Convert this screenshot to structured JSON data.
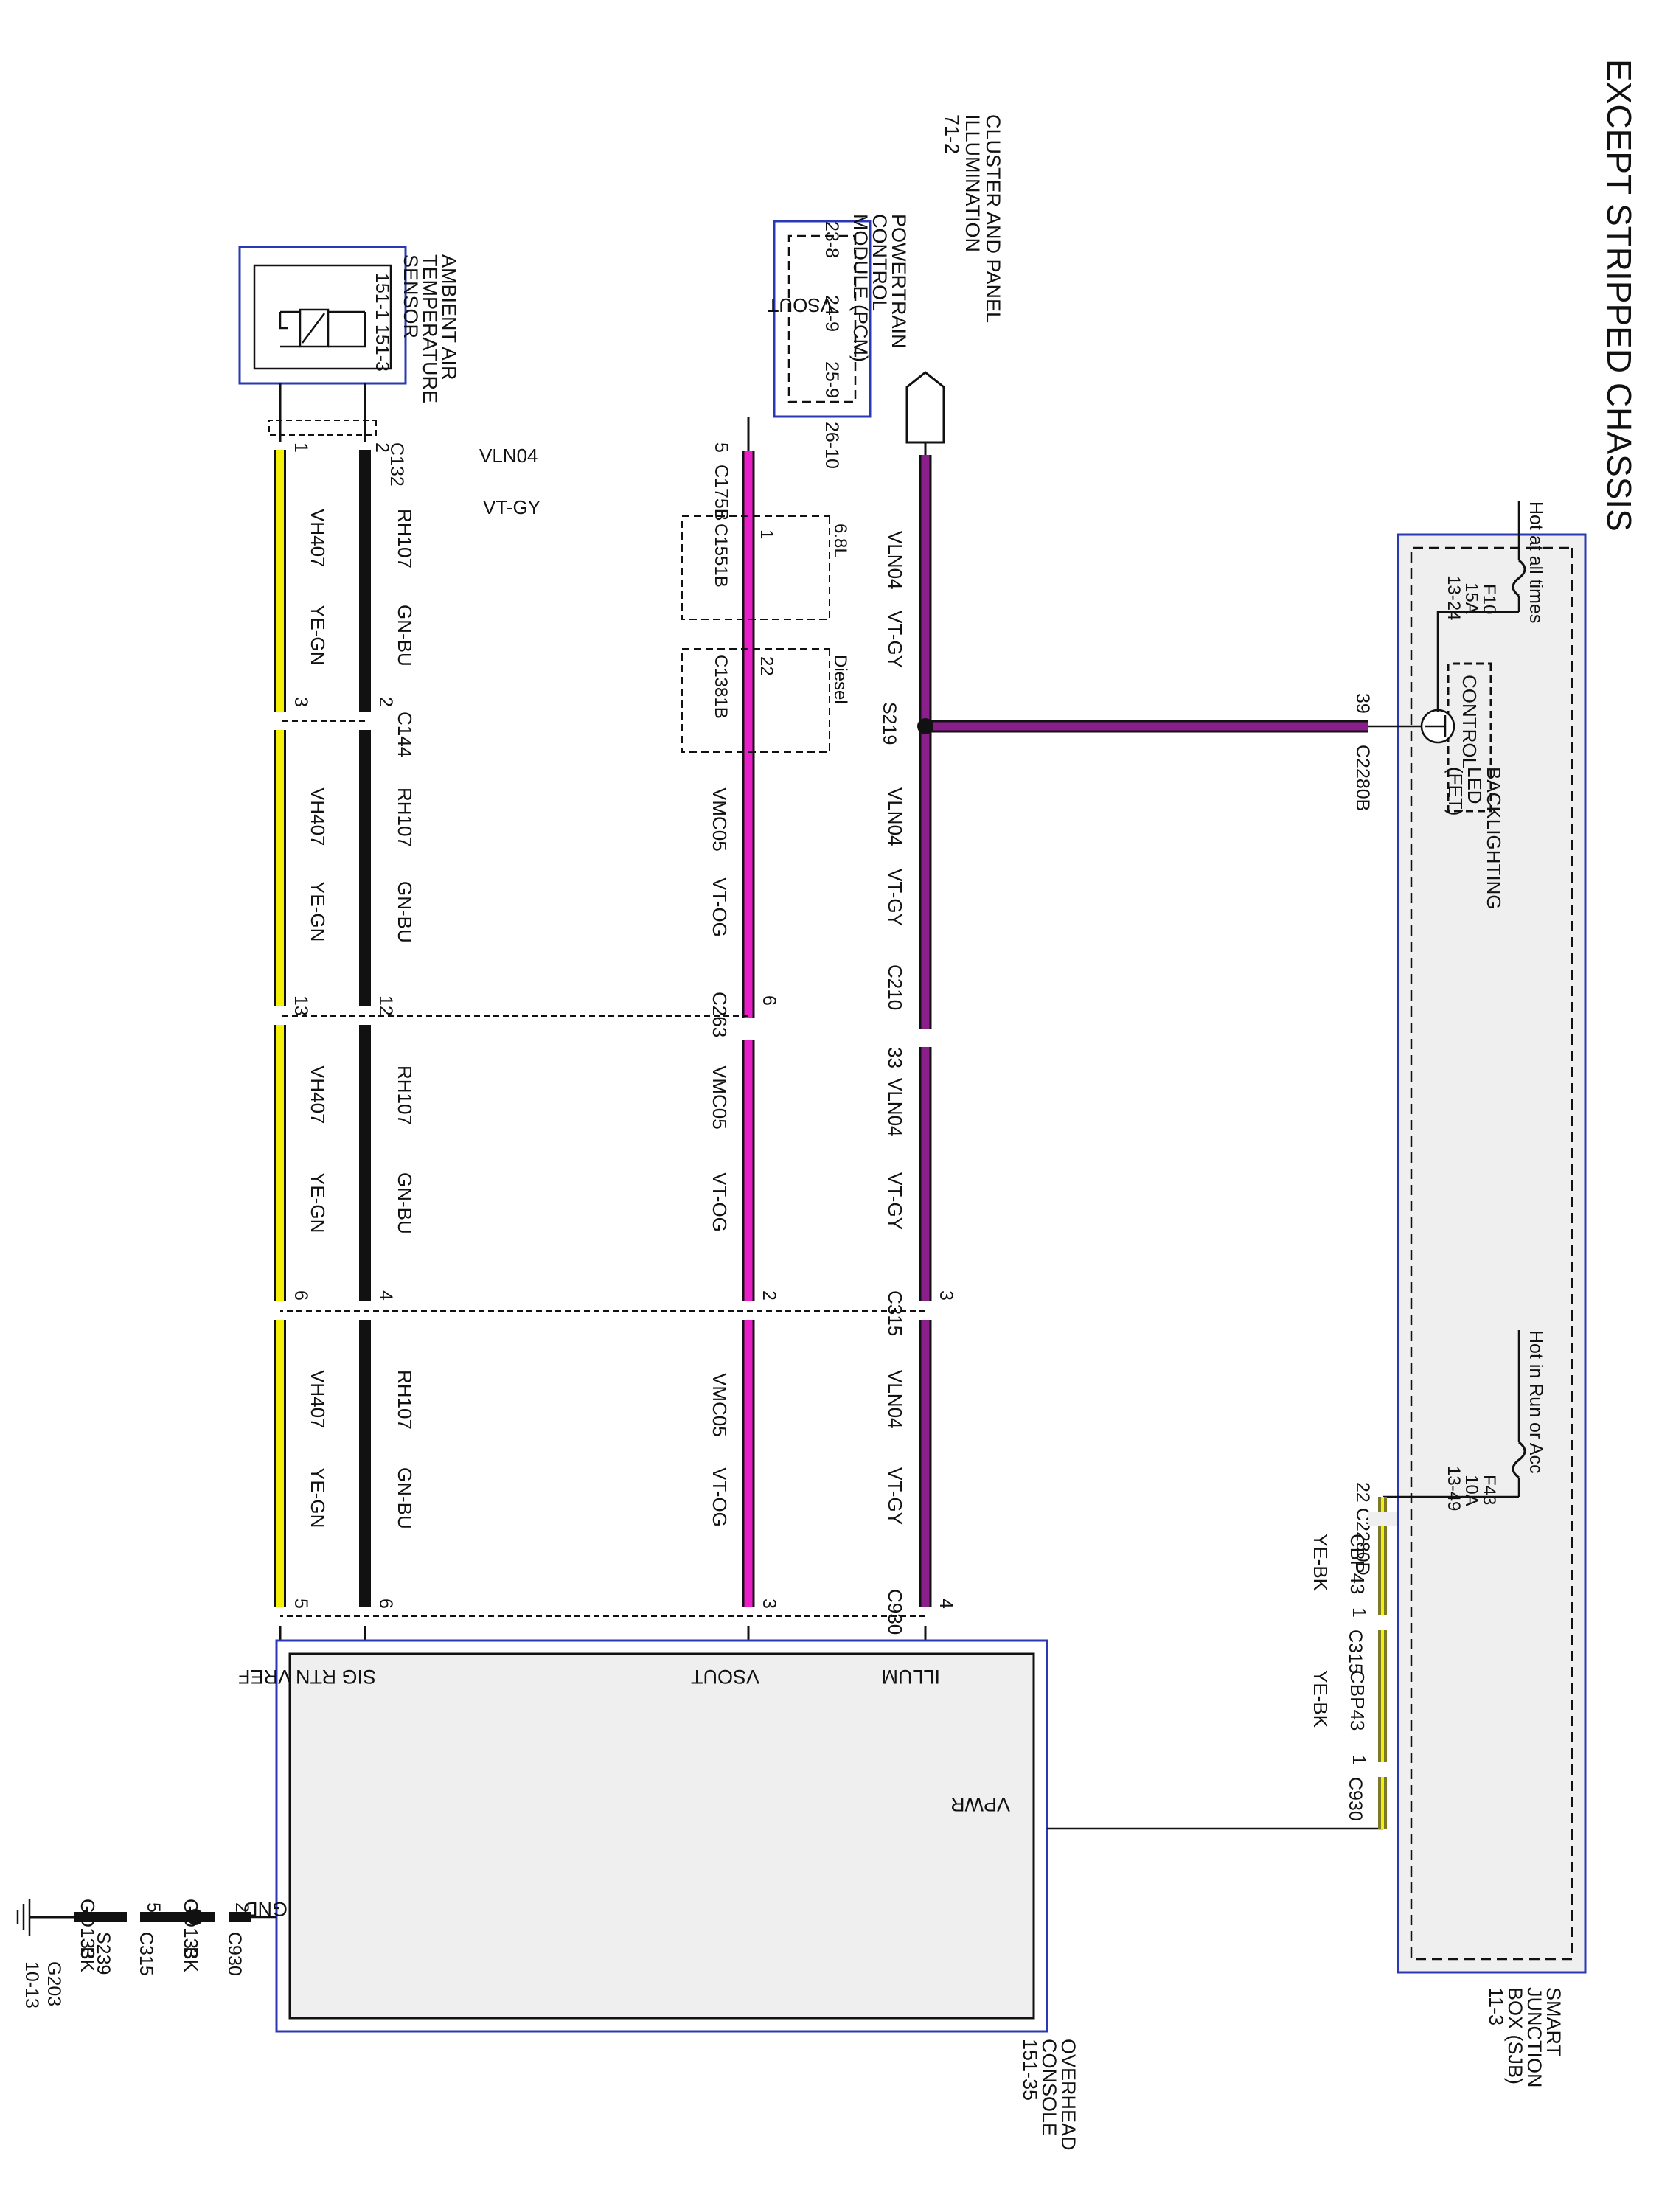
{
  "title": "EXCEPT STRIPPED CHASSIS",
  "sjb": {
    "name": [
      "SMART",
      "JUNCTION",
      "BOX (SJB)",
      "11-3"
    ],
    "hot_all": "Hot at all times",
    "hot_run": "Hot in Run or Acc",
    "f10": [
      "F10",
      "15A",
      "13-24"
    ],
    "f43": [
      "F43",
      "10A",
      "13-49"
    ],
    "control": "CONTROL",
    "led": [
      "BACKLIGHTING",
      "LED",
      "(FET)"
    ],
    "pin39": "39",
    "pin22": "22",
    "c2280b": "C2280B",
    "c2280d": "C2280D"
  },
  "cluster": {
    "name": [
      "CLUSTER AND PANEL",
      "ILLUMINATION",
      "71-2"
    ]
  },
  "pcm": {
    "name": [
      "POWERTRAIN",
      "CONTROL",
      "MODULE (PCM)"
    ],
    "refs": [
      "23-8",
      "24-9",
      "25-9",
      "26-10"
    ],
    "pin_label": "VSOUT",
    "conn": "C175B",
    "pin": "5"
  },
  "aat": {
    "name": [
      "AMBIENT AIR",
      "TEMPERATURE",
      "SENSOR"
    ],
    "refs": [
      "151-1",
      "151-3"
    ],
    "conn": "C132",
    "pin_sig": "2",
    "pin_vref": "1"
  },
  "variants": [
    {
      "engine": "6.8L",
      "conn": "C1551B",
      "pin": "1"
    },
    {
      "engine": "Diesel",
      "conn": "C1381B",
      "pin": "22"
    }
  ],
  "splice_s219": "S219",
  "conn_c144": "C144",
  "conn_c263": "C263",
  "conn_c210": "C210",
  "c210_pin": "33",
  "conn_c315": "C315",
  "conn_c930": "C930",
  "wires": {
    "illum": {
      "circuit": "VLN04",
      "color": "VT-GY"
    },
    "vsout": {
      "circuit": "VMC05",
      "color": "VT-OG"
    },
    "sig": {
      "circuit": "RH107",
      "color": "GN-BU"
    },
    "vref": {
      "circuit": "VH407",
      "color": "YE-GN"
    },
    "vpwr": {
      "circuit": "CBP43",
      "color": "YE-BK"
    },
    "gnd": {
      "circuit": "GD133",
      "color": "BK"
    }
  },
  "pins": {
    "c144": {
      "sig": "2",
      "vref": "3"
    },
    "c263": {
      "vsout": "6",
      "sig": "12",
      "vref": "13"
    },
    "c315": {
      "illum": "3",
      "vsout": "2",
      "sig": "4",
      "vref": "6"
    },
    "c930": {
      "illum": "4",
      "vsout": "3",
      "sig": "6",
      "vref": "5"
    },
    "vpwr_c315": "1",
    "vpwr_c930": "1",
    "gnd_c930": "2",
    "gnd_c315": "5"
  },
  "overhead": {
    "name": [
      "OVERHEAD",
      "CONSOLE",
      "151-35"
    ],
    "pins": {
      "illum": "ILLUM",
      "vsout": "VSOUT",
      "sig": "SIG RTN",
      "vref": "VREF",
      "vpwr": "VPWR",
      "gnd": "GND"
    }
  },
  "ground": {
    "splice": "S239",
    "conn_c315": "C315",
    "conn_c930": "C930",
    "g": "G203",
    "g_ref": "10-13"
  },
  "colors": {
    "purple": "#8a1f8c",
    "magenta": "#ea1fc7",
    "yellow": "#f4f00a",
    "black": "#111111",
    "olive": "#7a7a2a",
    "box_blue": "#2a38b4",
    "fill": "#efefef"
  }
}
